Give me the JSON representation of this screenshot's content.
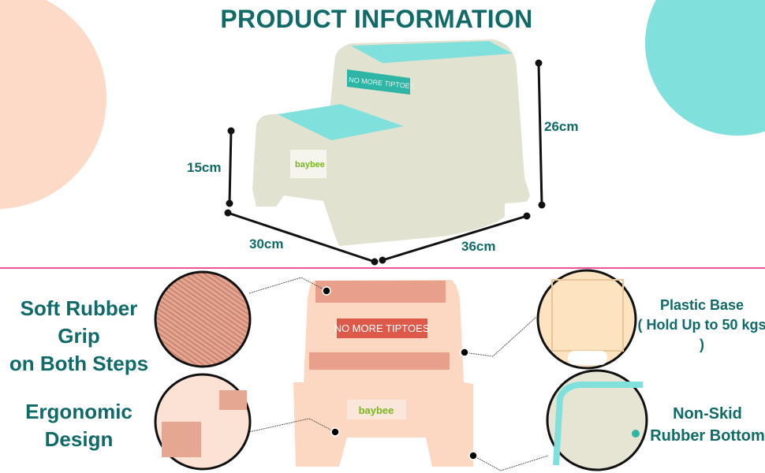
{
  "header": {
    "title": "PRODUCT INFORMATION"
  },
  "dimensions": {
    "height_total": "26cm",
    "height_step": "15cm",
    "depth": "30cm",
    "width": "36cm"
  },
  "product": {
    "step_label": "NO MORE TIPTOES",
    "brand": "baybee"
  },
  "features": {
    "grip": [
      "Soft Rubber Grip",
      "on Both Steps"
    ],
    "ergonomic": [
      "Ergonomic",
      "Design"
    ],
    "base": [
      "Plastic Base",
      "( Hold Up to 50 kgs )"
    ],
    "bottom": [
      "Non-Skid",
      "Rubber Bottom"
    ]
  },
  "colors": {
    "title": "#0f6a68",
    "divider": "#e8197f",
    "peach": "#fdd9c7",
    "aqua": "#80e0dc",
    "stool_top": "#e2e2d0",
    "stool_bottom": "#fcd7c2",
    "brand_green": "#7ab51d"
  }
}
